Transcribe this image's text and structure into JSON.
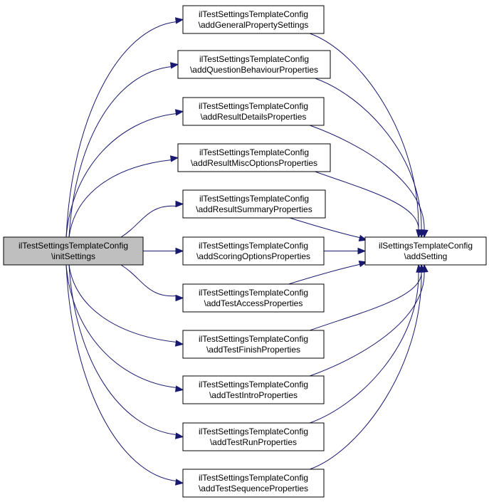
{
  "colors": {
    "edge": "#191970",
    "source_fill": "#bfbfbf",
    "node_fill": "#ffffff",
    "border": "#000000"
  },
  "source": {
    "id": "initSettings",
    "line1": "ilTestSettingsTemplateConfig",
    "line2": "\\initSettings"
  },
  "middle": [
    {
      "id": "n1",
      "line1": "ilTestSettingsTemplateConfig",
      "line2": "\\addGeneralPropertySettings"
    },
    {
      "id": "n2",
      "line1": "ilTestSettingsTemplateConfig",
      "line2": "\\addQuestionBehaviourProperties"
    },
    {
      "id": "n3",
      "line1": "ilTestSettingsTemplateConfig",
      "line2": "\\addResultDetailsProperties"
    },
    {
      "id": "n4",
      "line1": "ilTestSettingsTemplateConfig",
      "line2": "\\addResultMiscOptionsProperties"
    },
    {
      "id": "n5",
      "line1": "ilTestSettingsTemplateConfig",
      "line2": "\\addResultSummaryProperties"
    },
    {
      "id": "n6",
      "line1": "ilTestSettingsTemplateConfig",
      "line2": "\\addScoringOptionsProperties"
    },
    {
      "id": "n7",
      "line1": "ilTestSettingsTemplateConfig",
      "line2": "\\addTestAccessProperties"
    },
    {
      "id": "n8",
      "line1": "ilTestSettingsTemplateConfig",
      "line2": "\\addTestFinishProperties"
    },
    {
      "id": "n9",
      "line1": "ilTestSettingsTemplateConfig",
      "line2": "\\addTestIntroProperties"
    },
    {
      "id": "n10",
      "line1": "ilTestSettingsTemplateConfig",
      "line2": "\\addTestRunProperties"
    },
    {
      "id": "n11",
      "line1": "ilTestSettingsTemplateConfig",
      "line2": "\\addTestSequenceProperties"
    }
  ],
  "target": {
    "id": "addSetting",
    "line1": "ilSettingsTemplateConfig",
    "line2": "\\addSetting"
  }
}
